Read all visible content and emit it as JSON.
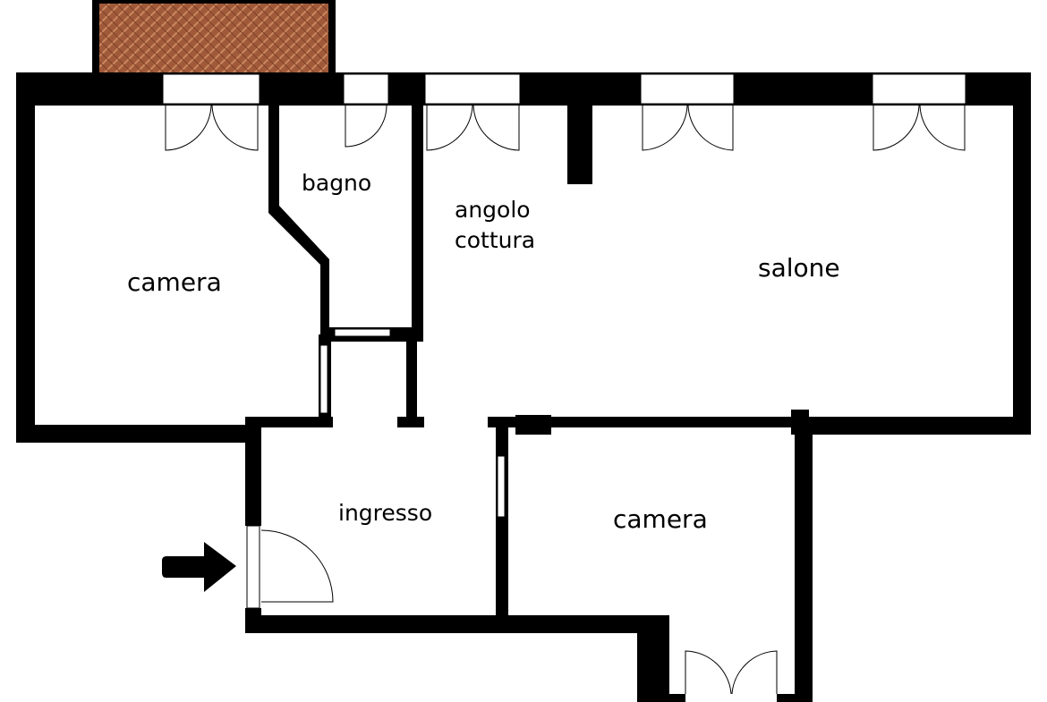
{
  "rooms": {
    "camera_left": "camera",
    "bagno": "bagno",
    "angolo_cottura_line1": "angolo",
    "angolo_cottura_line2": "cottura",
    "salone": "salone",
    "ingresso": "ingresso",
    "camera_right": "camera"
  },
  "colors": {
    "wall": "#000000",
    "terrace": "#a05a3a",
    "floor": "#ffffff"
  },
  "icons": {
    "entrance": "entrance-arrow-icon"
  }
}
